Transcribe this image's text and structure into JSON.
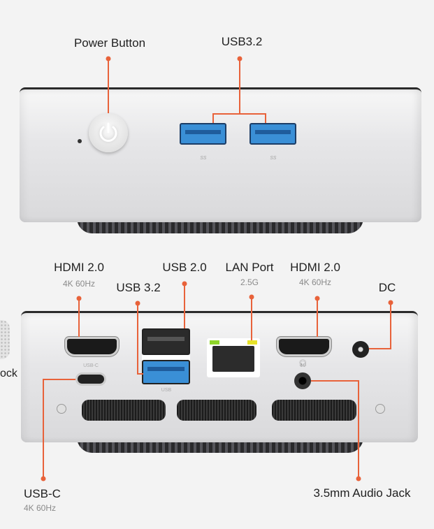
{
  "accent_color": "#e8623a",
  "top_view": {
    "power_button": {
      "label": "Power Button",
      "icon": "power-icon"
    },
    "usb32": {
      "label": "USB3.2",
      "port_marking": "ss"
    }
  },
  "rear_view": {
    "hdmi_left": {
      "label": "HDMI 2.0",
      "sub": "4K 60Hz"
    },
    "usb32": {
      "label": "USB 3.2"
    },
    "usb20": {
      "label": "USB 2.0"
    },
    "lan": {
      "label": "LAN Port",
      "sub": "2.5G"
    },
    "hdmi_right": {
      "label": "HDMI 2.0",
      "sub": "4K 60Hz"
    },
    "dc": {
      "label": "DC"
    },
    "usbc": {
      "label": "USB-C",
      "sub": "4K 60Hz",
      "port_marking": "USB-C"
    },
    "audio": {
      "label": "3.5mm Audio Jack",
      "icon": "headphone-icon"
    },
    "usb_marking": "USB"
  },
  "edge_text": "ock"
}
